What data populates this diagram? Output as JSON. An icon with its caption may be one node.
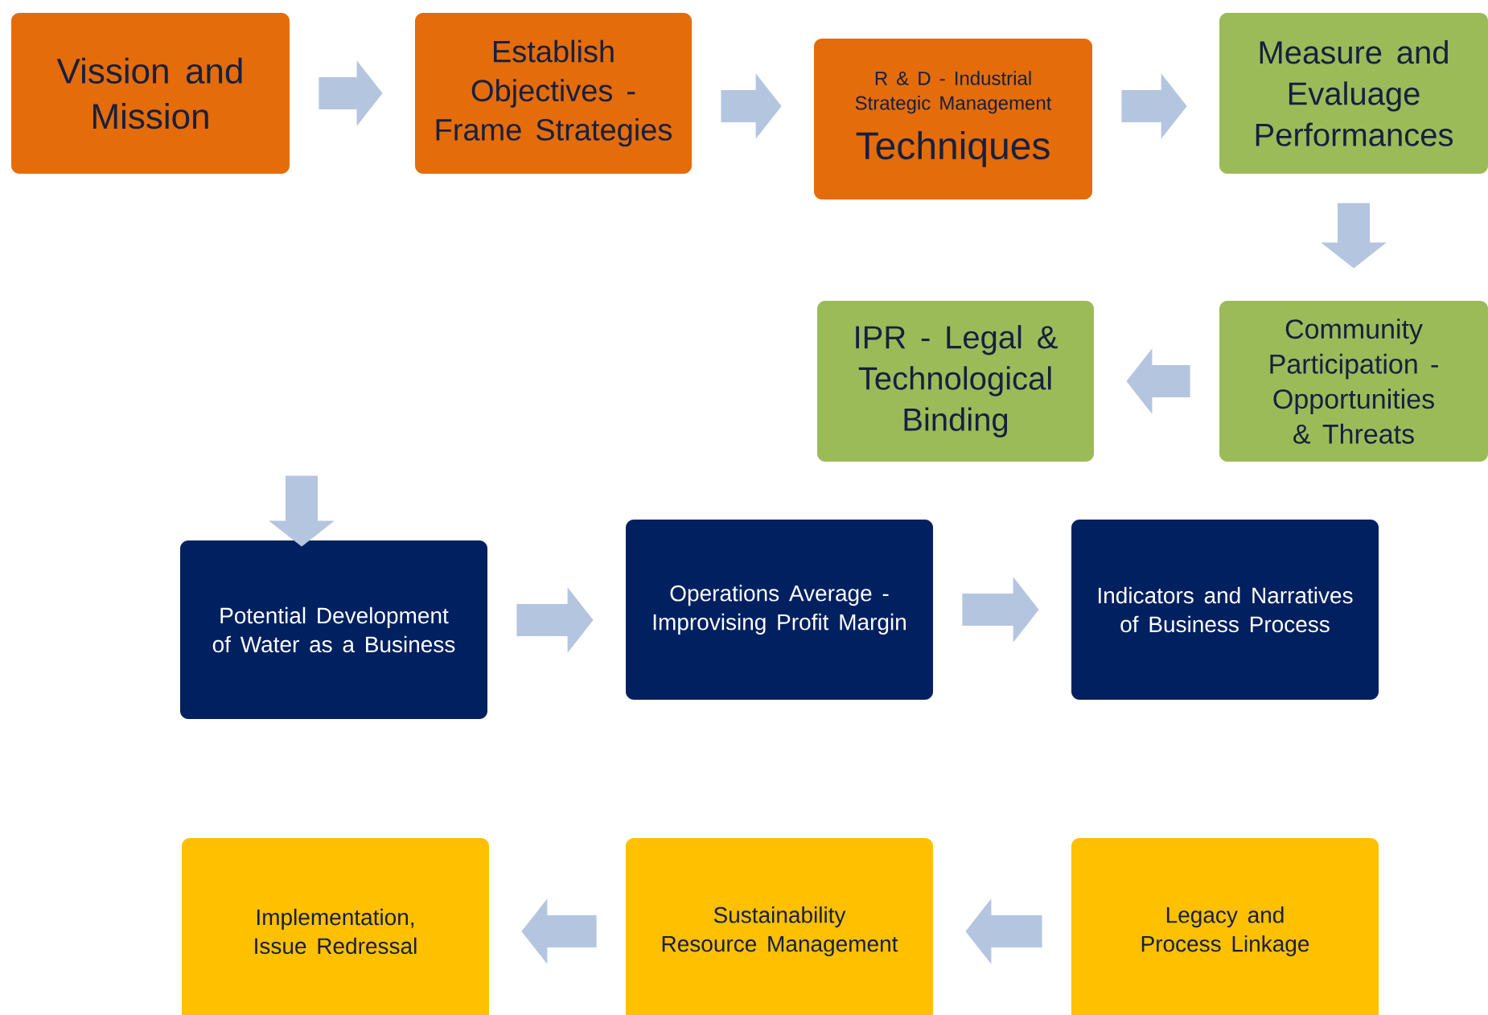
{
  "diagram": {
    "nodes": [
      {
        "text": [
          "Vission and Mission"
        ]
      },
      {
        "text": [
          "Establish Objectives - Frame Strategies"
        ]
      },
      {
        "text": [
          "R & D - Industrial Strategic Management",
          "Techniques"
        ]
      },
      {
        "text": [
          "Measure and Evaluage Performances"
        ]
      },
      {
        "text": [
          "Community Participation - Opportunities & Threats"
        ]
      },
      {
        "text": [
          "IPR  - Legal & Technological Binding"
        ]
      },
      {
        "text": [
          "Potential Development of Water as a Business"
        ]
      },
      {
        "text": [
          "Operations Average  - Improvising Profit Margin"
        ]
      },
      {
        "text": [
          "Indicators and Narratives of Business Process"
        ]
      },
      {
        "text": [
          "Implementation, Issue Redressal"
        ]
      },
      {
        "text": [
          "Sustainability Resource Management"
        ]
      },
      {
        "text": [
          "Legacy and Process Linkage"
        ]
      }
    ],
    "edges": [
      {
        "from": 0,
        "to": 1,
        "arrow": "to"
      },
      {
        "from": 1,
        "to": 2,
        "arrow": "to"
      },
      {
        "from": 2,
        "to": 3,
        "arrow": "to"
      },
      {
        "from": 3,
        "to": 4,
        "arrow": "to"
      },
      {
        "from": 4,
        "to": 5,
        "arrow": "to"
      },
      {
        "from": null,
        "to": 6,
        "arrow": "to"
      },
      {
        "from": 6,
        "to": 7,
        "arrow": "to"
      },
      {
        "from": 7,
        "to": 8,
        "arrow": "to"
      },
      {
        "from": 11,
        "to": 10,
        "arrow": "to"
      },
      {
        "from": 10,
        "to": 9,
        "arrow": "to"
      }
    ]
  }
}
